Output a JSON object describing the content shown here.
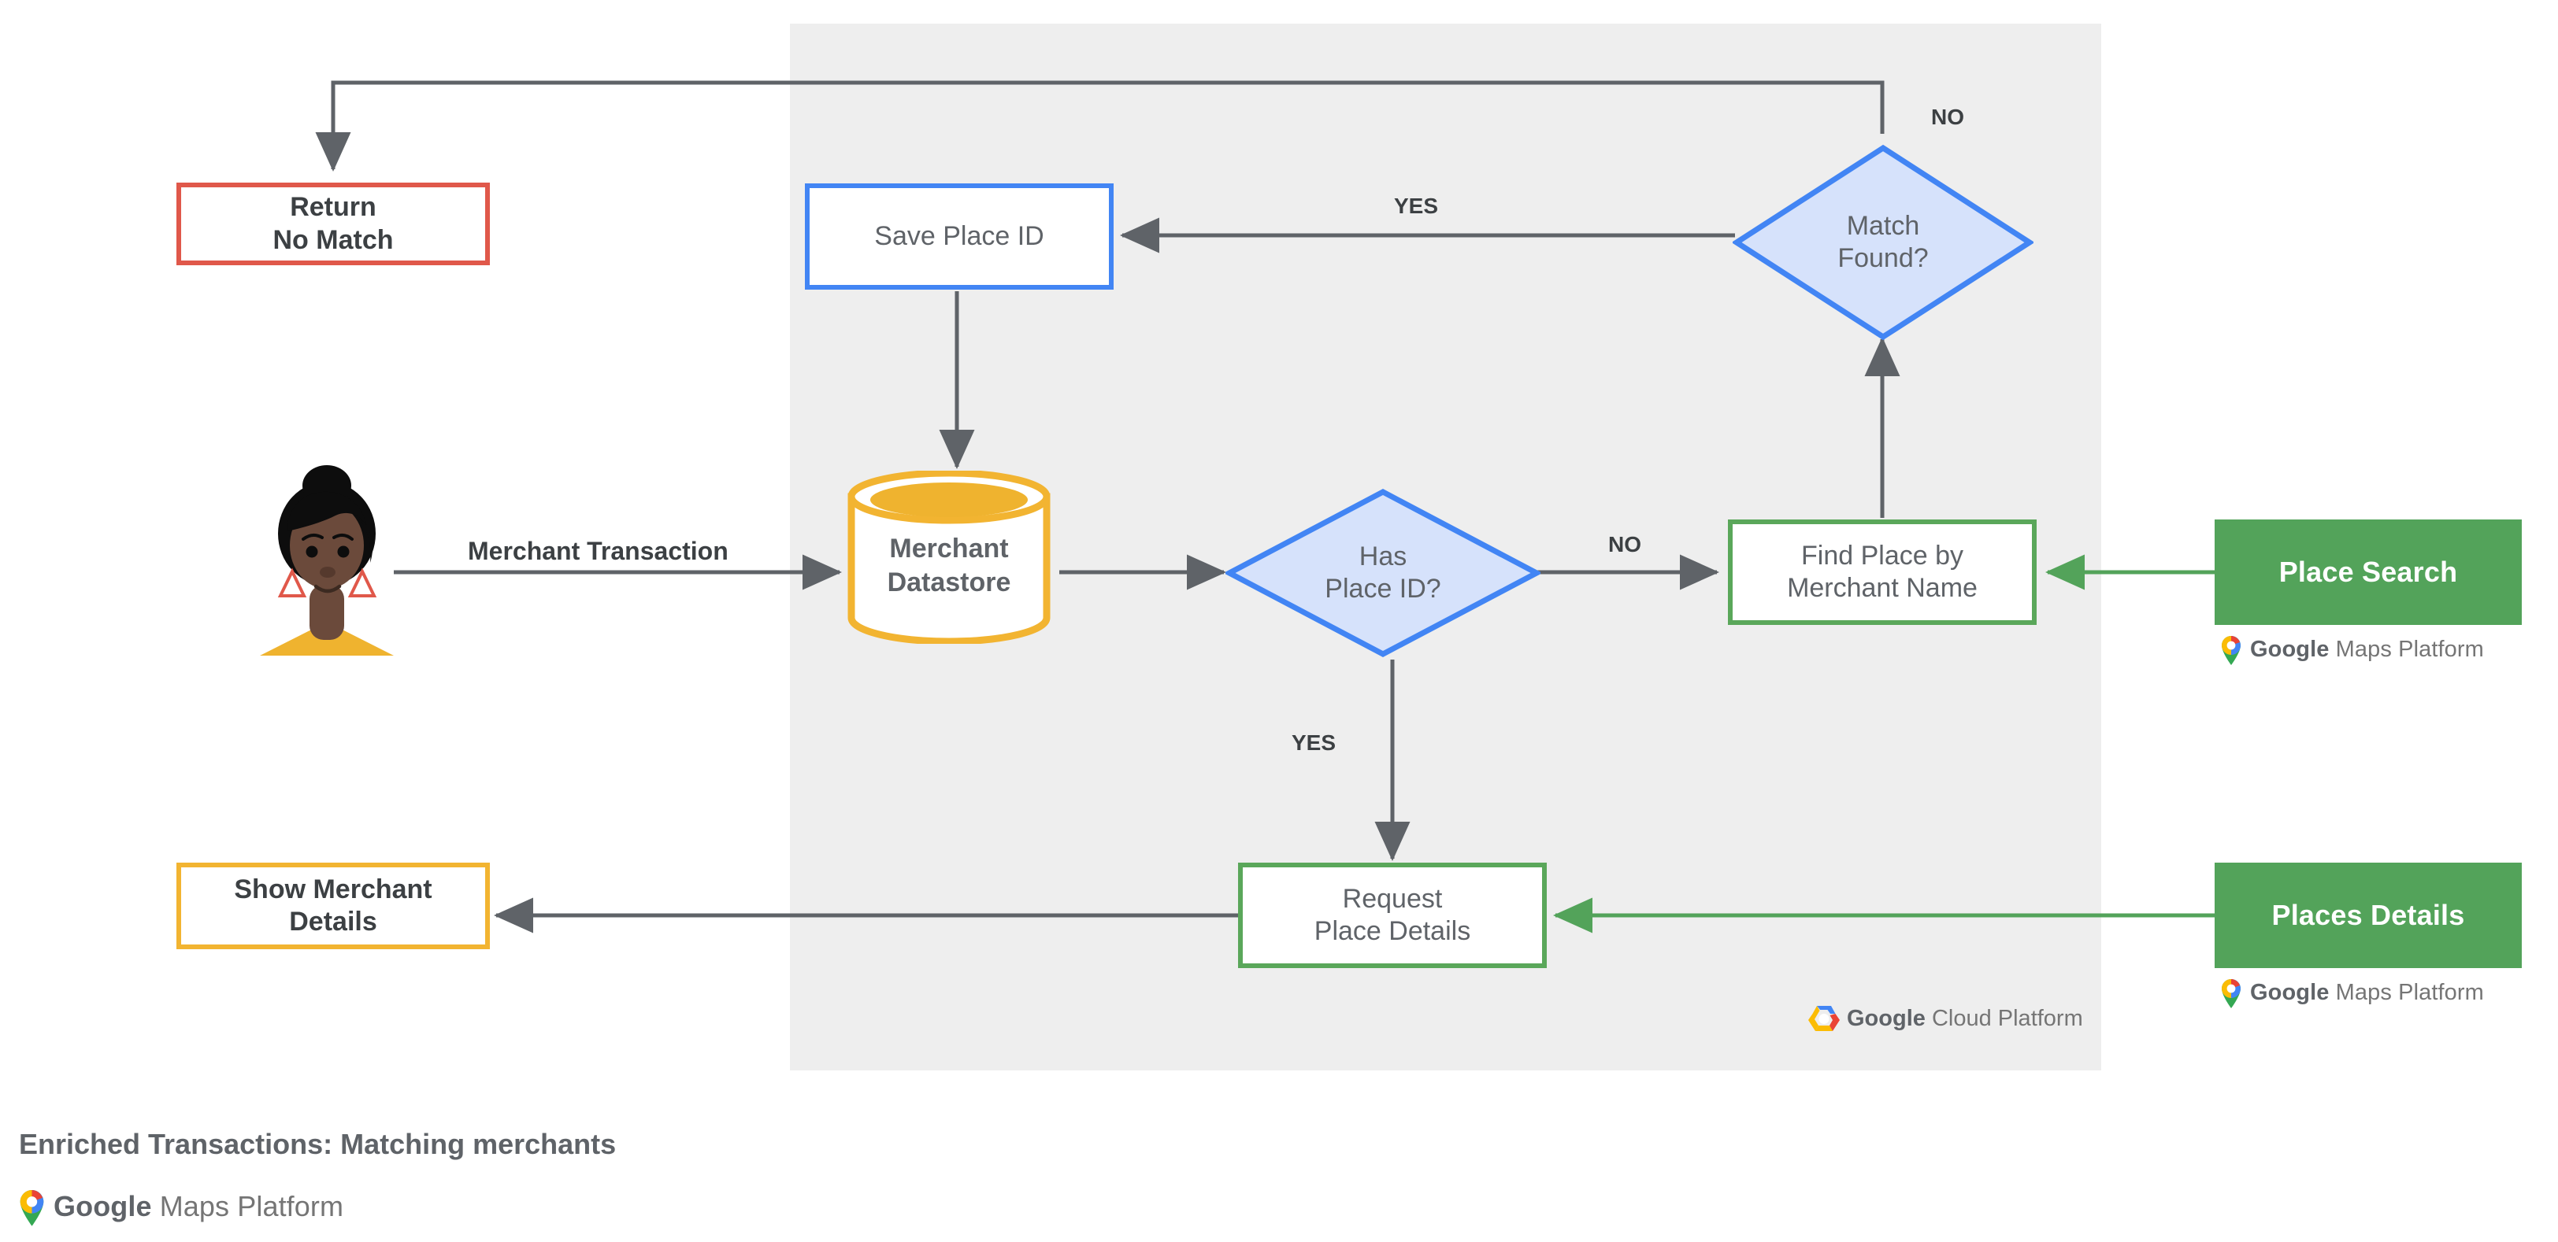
{
  "diagram": {
    "title": "Enriched Transactions: Matching merchants",
    "panel_label": "Google Cloud Platform"
  },
  "nodes": {
    "return_no_match": {
      "label": "Return\nNo Match",
      "border_color": "#e0584a",
      "fill": "#ffffff"
    },
    "save_place_id": {
      "label": "Save Place ID",
      "border_color": "#4285f4",
      "fill": "#ffffff"
    },
    "match_found": {
      "label": "Match\nFound?",
      "border_color": "#4285f4",
      "fill": "#d6e2fb"
    },
    "merchant_datastore": {
      "label": "Merchant\nDatastore",
      "border_color": "#f2b431",
      "fill": "#ffffff"
    },
    "has_place_id": {
      "label": "Has\nPlace ID?",
      "border_color": "#4285f4",
      "fill": "#d6e2fb"
    },
    "find_place": {
      "label": "Find Place by\nMerchant Name",
      "border_color": "#5aa75a",
      "fill": "#ffffff"
    },
    "request_place_details": {
      "label": "Request\nPlace Details",
      "border_color": "#5aa75a",
      "fill": "#ffffff"
    },
    "show_merchant_details": {
      "label": "Show Merchant\nDetails",
      "border_color": "#f2b431",
      "fill": "#ffffff"
    }
  },
  "api_chips": {
    "place_search": {
      "label": "Place Search",
      "color": "#53a35a"
    },
    "places_details": {
      "label": "Places Details",
      "color": "#53a35a"
    }
  },
  "edge_labels": {
    "merchant_transaction": "Merchant Transaction",
    "has_place_id_no": "NO",
    "has_place_id_yes": "YES",
    "match_found_yes": "YES",
    "match_found_no": "NO"
  },
  "logos": {
    "maps_platform_bold": "Google",
    "maps_platform_rest": " Maps Platform",
    "cloud_platform_bold": "Google",
    "cloud_platform_rest": " Cloud Platform"
  },
  "actor": {
    "name": "merchant-customer-avatar"
  }
}
